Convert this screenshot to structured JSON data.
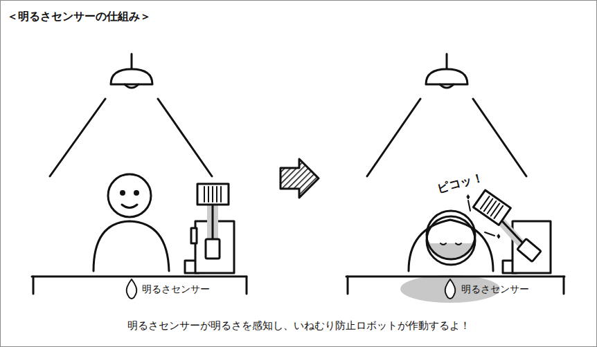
{
  "diagram": {
    "title": "＜明るさセンサーの仕組み＞",
    "caption": "明るさセンサーが明るさを感知し、いねむり防止ロボットが作動するよ！",
    "labels": [
      "明るさセンサー",
      "ピコッ！",
      "明るさセンサー"
    ]
  }
}
